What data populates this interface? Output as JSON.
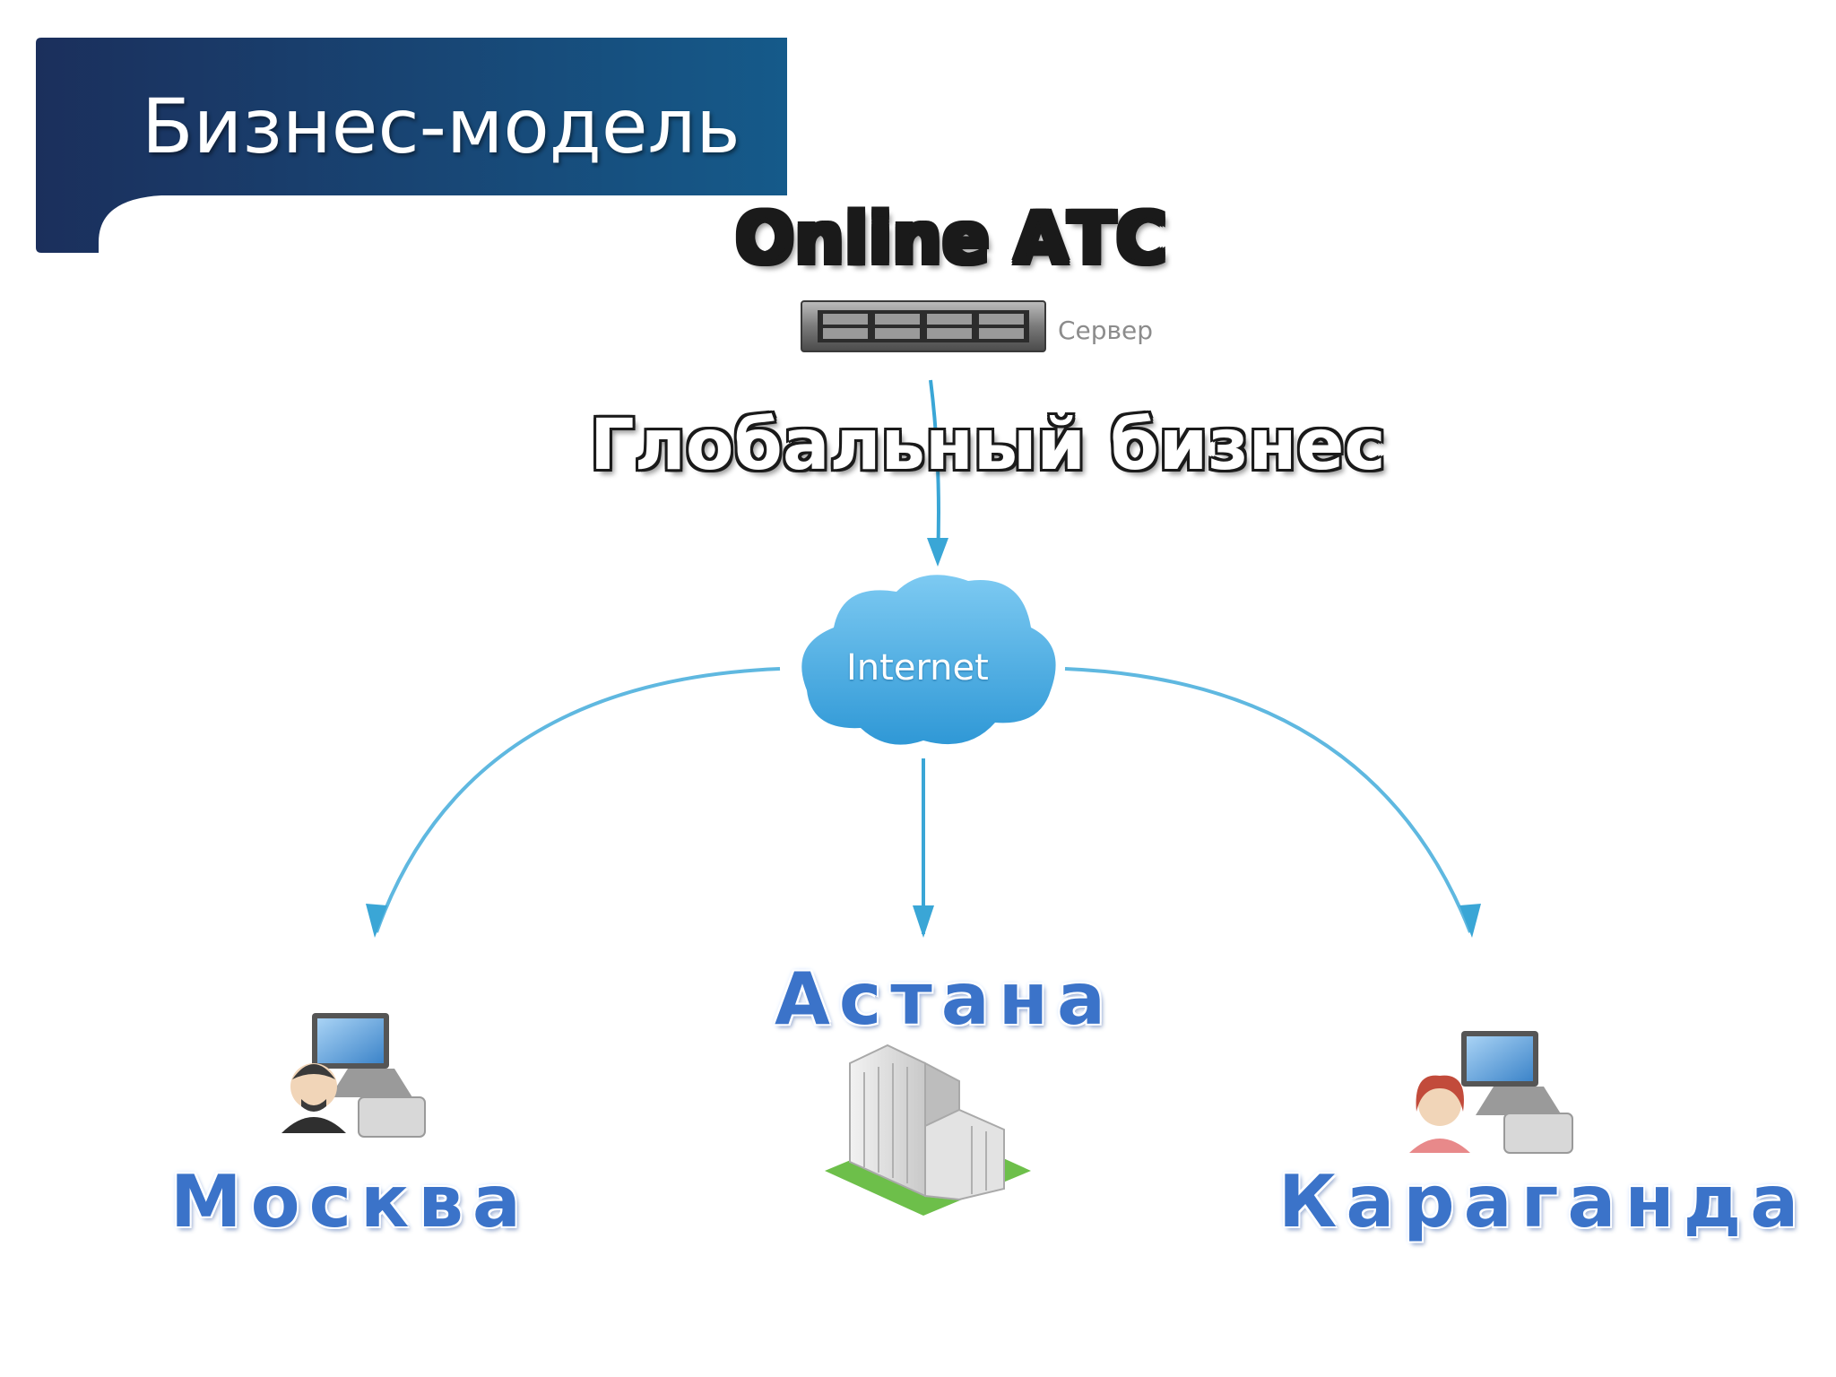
{
  "title": "Бизнес-модель",
  "heading_online": "Online АТС",
  "heading_global": "Глобальный бизнес",
  "server_label": "Сервер",
  "cloud_label": "Internet",
  "cities": {
    "astana": "Астана",
    "moskva": "Москва",
    "karaganda": "Караганда"
  },
  "colors": {
    "banner": "#1b3f6e",
    "arrow": "#3aa6d6",
    "cloud": "#4fb3e6",
    "city_text": "#3b73c9"
  },
  "icons": [
    "server-icon",
    "cloud-icon",
    "user-workstation-icon",
    "office-building-icon"
  ]
}
